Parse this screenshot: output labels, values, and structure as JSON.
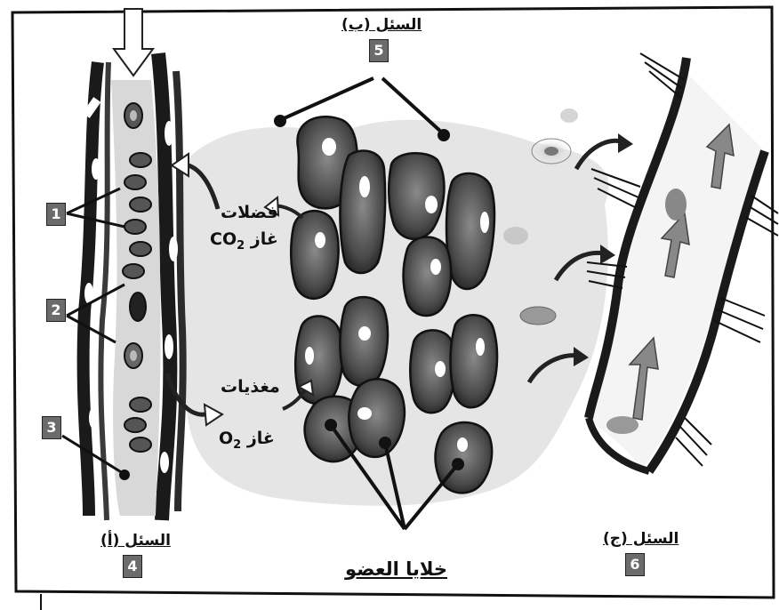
{
  "labels": {
    "fluid_a": "السئل (أ)",
    "fluid_b": "السئل (ب)",
    "fluid_c": "السئل (ج)",
    "wastes": "فضلات",
    "co2_prefix": "غاز ",
    "co2_formula": "CO",
    "co2_sub": "2",
    "nutrients": "مغذيات",
    "o2_prefix": "غاز ",
    "o2_formula": "O",
    "o2_sub": "2",
    "organ_cells": "خلايا العضو"
  },
  "numbers": {
    "n1": "1",
    "n2": "2",
    "n3": "3",
    "n4": "4",
    "n5": "5",
    "n6": "6"
  }
}
